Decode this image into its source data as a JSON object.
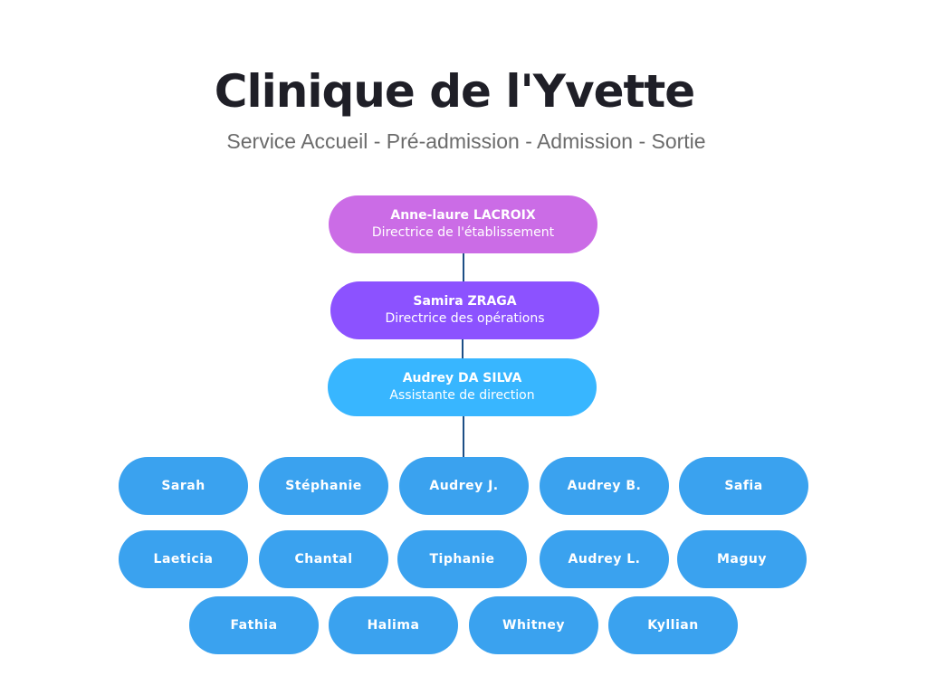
{
  "header": {
    "title": "Clinique de l'Yvette",
    "subtitle": "Service Accueil - Pré-admission - Admission - Sortie"
  },
  "leads": [
    {
      "name": "Anne-laure LACROIX",
      "role": "Directrice de l'établissement"
    },
    {
      "name": "Samira ZRAGA",
      "role": "Directrice des opérations"
    },
    {
      "name": "Audrey DA SILVA",
      "role": "Assistante de direction"
    }
  ],
  "team": {
    "row1": [
      "Sarah",
      "Stéphanie",
      "Audrey J.",
      "Audrey B.",
      "Safia"
    ],
    "row2": [
      "Laeticia",
      "Chantal",
      "Tiphanie",
      "Audrey L.",
      "Maguy"
    ],
    "row3": [
      "Fathia",
      "Halima",
      "Whitney",
      "Kyllian"
    ]
  },
  "colors": {
    "lead_1": "#cb6ce6",
    "lead_2": "#8c52ff",
    "lead_3": "#38b6ff",
    "team": "#3aa2ef",
    "connector": "#1d4f86"
  }
}
